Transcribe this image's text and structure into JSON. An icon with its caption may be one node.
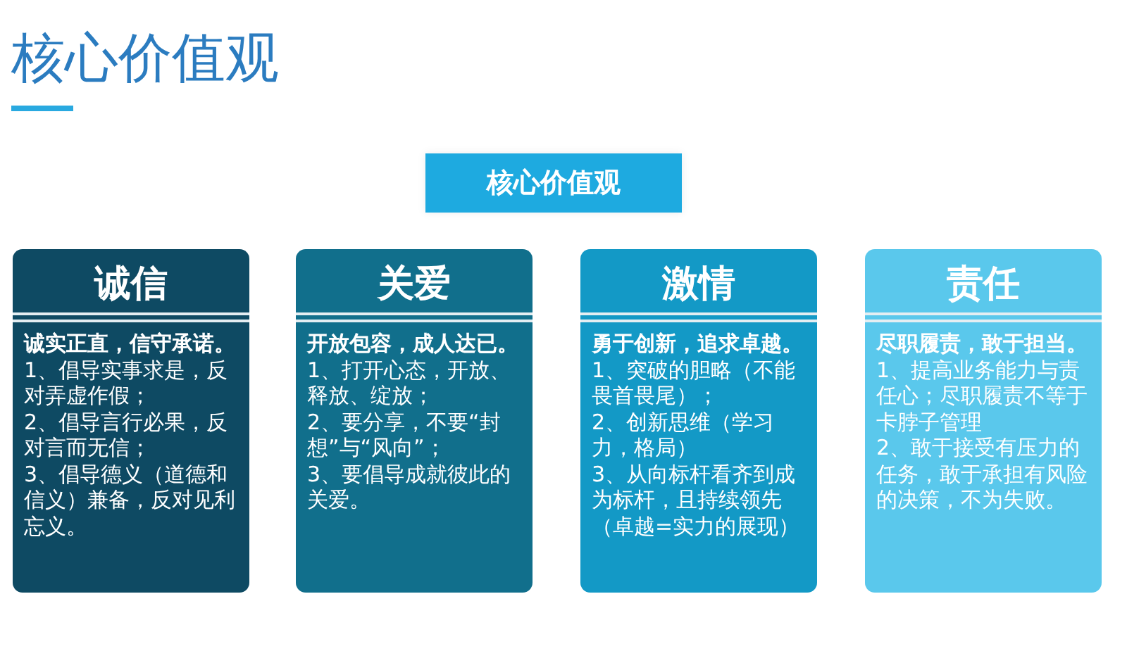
{
  "diagram": {
    "title": "核心价值观",
    "nodes": [
      {
        "text": [
          "核心价值观"
        ]
      },
      {
        "text": [
          "诚信",
          "诚实正直，信守承诺。",
          "1、倡导实事求是，反对弄虚作假；",
          "2、倡导言行必果，反对言而无信；",
          "3、倡导德义（道德和信义）兼备，反对见利忘义。"
        ]
      },
      {
        "text": [
          "关爱",
          "开放包容，成人达已。",
          "1、打开心态，开放、释放、绽放；",
          "2、要分享，不要“封想”与“风向”；",
          "3、要倡导成就彼此的关爱。"
        ]
      },
      {
        "text": [
          "激情",
          "勇于创新，追求卓越。",
          "1、突破的胆略（不能畏首畏尾）；",
          "2、创新思维（学习力，格局）",
          "3、从向标杆看齐到成为标杆，且持续领先（卓越=实力的展现）"
        ]
      },
      {
        "text": [
          "责任",
          "尽职履责，敢于担当。",
          "1、提高业务能力与责任心；尽职履责不等于卡脖子管理",
          "2、敢于接受有压力的任务，敢于承担有风险的决策，不为失败。"
        ]
      }
    ],
    "edges": []
  }
}
